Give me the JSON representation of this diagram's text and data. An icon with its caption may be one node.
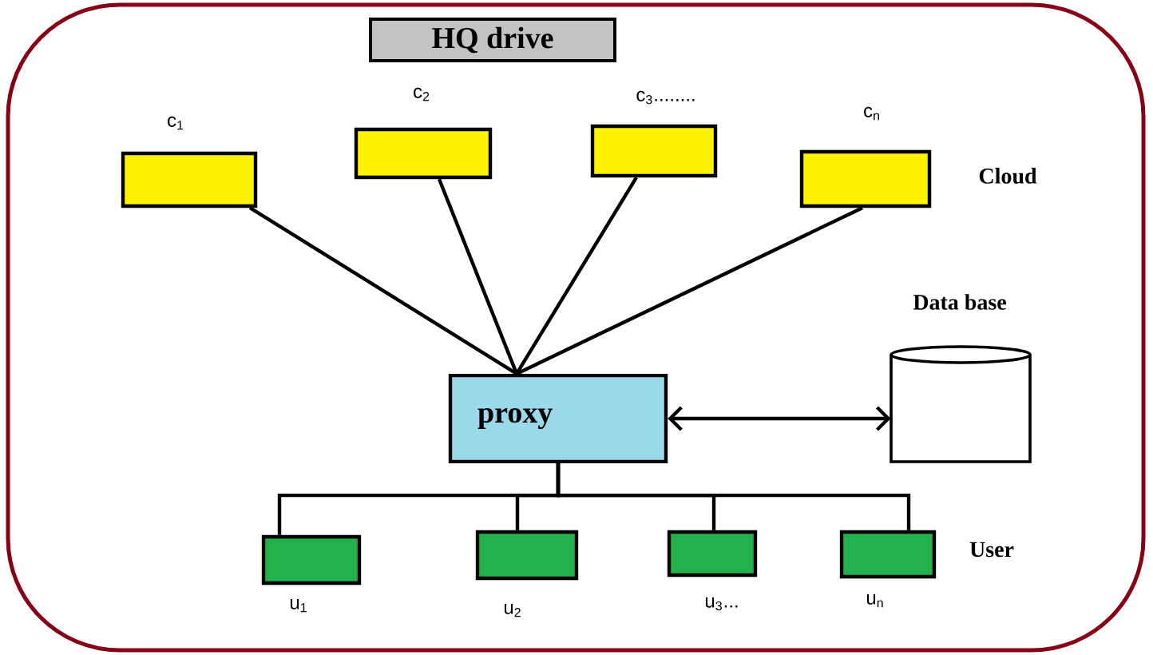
{
  "diagram": {
    "title": "HQ drive",
    "nodes": [
      {
        "text": [],
        "shape": "box",
        "beside": [
          "c$_{1}$"
        ]
      },
      {
        "text": [],
        "shape": "box",
        "beside": [
          "c$_{2}$"
        ]
      },
      {
        "text": [],
        "shape": "box",
        "beside": [
          "c$_{3}$........"
        ]
      },
      {
        "text": [],
        "shape": "box",
        "beside": [
          "c$_{n}$"
        ]
      },
      {
        "text": [
          "proxy"
        ]
      },
      {
        "text": [],
        "shape": "cylinder",
        "beside": [
          "Data base"
        ]
      },
      {
        "text": [],
        "shape": "box",
        "beside": [
          "u$_{1}$"
        ]
      },
      {
        "text": [],
        "shape": "box",
        "beside": [
          "u$_{2}$"
        ]
      },
      {
        "text": [],
        "shape": "box",
        "beside": [
          "u$_{3}$..."
        ]
      },
      {
        "text": [],
        "shape": "box",
        "beside": [
          "u$_{n}$"
        ]
      }
    ],
    "edges": [
      {
        "from": 0,
        "to": 4,
        "arrow": "none"
      },
      {
        "from": 1,
        "to": 4,
        "arrow": "none"
      },
      {
        "from": 2,
        "to": 4,
        "arrow": "none"
      },
      {
        "from": 3,
        "to": 4,
        "arrow": "none"
      },
      {
        "from": 4,
        "to": 5,
        "arrow": "both"
      },
      {
        "from": 4,
        "to": 6,
        "arrow": "none"
      },
      {
        "from": 4,
        "to": 7,
        "arrow": "none"
      },
      {
        "from": 4,
        "to": 8,
        "arrow": "none"
      },
      {
        "from": 4,
        "to": 9,
        "arrow": "none"
      }
    ],
    "labels": [
      "Cloud",
      "User"
    ]
  }
}
